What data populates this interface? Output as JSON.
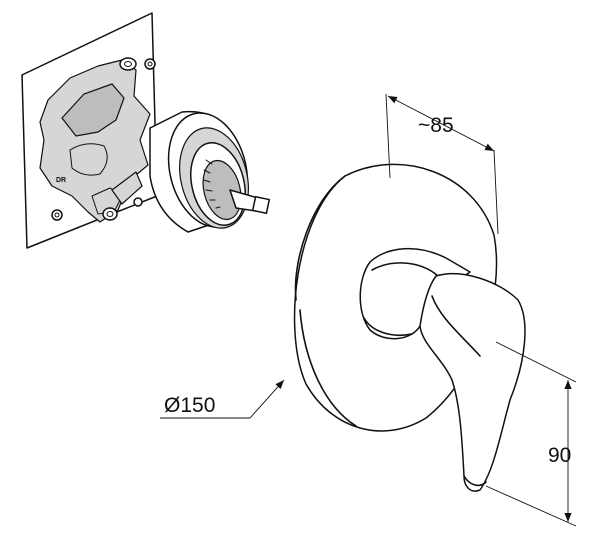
{
  "dimensions": {
    "depth": "~85",
    "diameter": "Ø150",
    "height": "90"
  },
  "body_marking": "DR"
}
